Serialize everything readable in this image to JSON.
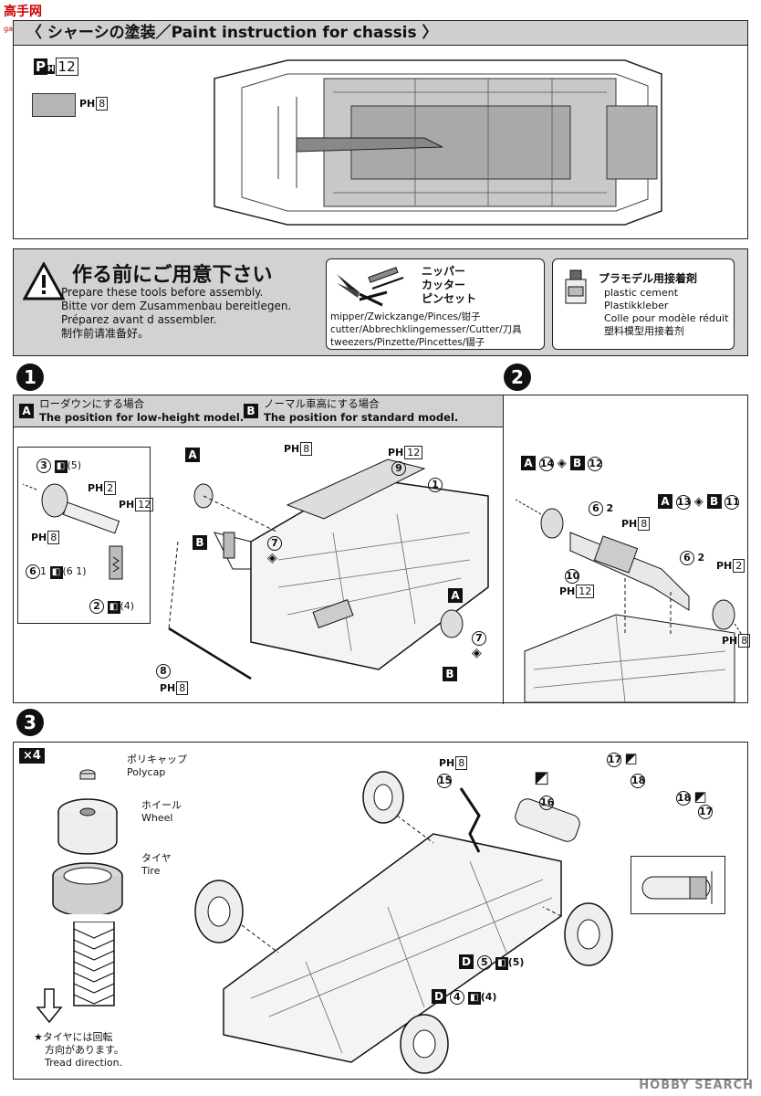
{
  "watermark_logo": "高手网",
  "watermark_logo_sub": "gaoshou.net",
  "section_title": "〈 シャーシの塗装／Paint instruction for chassis 〉",
  "paint": {
    "ph_main": "P",
    "ph_main_sub": "H",
    "ph_main_num": "12",
    "swatch_ph": "PH",
    "swatch_num": "8",
    "swatch_color": "#b5b5b5"
  },
  "caution": {
    "title": "作る前にご用意下さい",
    "lines": [
      "Prepare these tools before assembly.",
      "Bitte vor dem Zusammenbau bereitlegen.",
      "Préparez avant d assembler.",
      "制作前请准备好。"
    ]
  },
  "tools": {
    "jp": [
      "ニッパー",
      "カッター",
      "ピンセット"
    ],
    "lines": [
      "mipper/Zwickzange/Pinces/钳子",
      "cutter/Abbrechklingemesser/Cutter/刀具",
      "tweezers/Pinzette/Pincettes/镊子"
    ]
  },
  "cement": {
    "jp": "プラモデル用接着剤",
    "lines": [
      "plastic cement",
      "Plastikkleber",
      "Colle pour modèle réduit",
      "塑料模型用接着剂"
    ]
  },
  "step1": {
    "num": "1",
    "a_letter": "A",
    "a_jp": "ローダウンにする場合",
    "a_en": "The position for low-height model.",
    "b_letter": "B",
    "b_jp": "ノーマル車高にする場合",
    "b_en": "The position for standard model.",
    "labels": {
      "p3": "3",
      "p5": "(5)",
      "ph2": "2",
      "ph12": "12",
      "ph8": "8",
      "p6": "6",
      "one": "1",
      "p61": "(6 1)",
      "p2": "2",
      "p4": "(4)",
      "p9": "9",
      "p1": "1",
      "p7": "7",
      "p8": "8",
      "ph8b": "8",
      "ph12b": "12",
      "ph8c": "8",
      "ph": "P",
      "phs": "H"
    }
  },
  "step2": {
    "num": "2",
    "top": {
      "a": "A",
      "a_num": "14",
      "b": "B",
      "b_num": "12"
    },
    "right": {
      "a": "A",
      "a_num": "13",
      "b": "B",
      "b_num": "11"
    },
    "labels": {
      "p6": "6",
      "two": "2",
      "ph8": "8",
      "p10": "10",
      "ph12": "12",
      "ph2": "2",
      "ph8b": "8"
    }
  },
  "step3": {
    "num": "3",
    "x4": "×4",
    "polycap_jp": "ポリキャップ",
    "polycap_en": "Polycap",
    "wheel_jp": "ホイール",
    "wheel_en": "Wheel",
    "tire_jp": "タイヤ",
    "tire_en": "Tire",
    "tread_jp1": "★タイヤには回転",
    "tread_jp2": "方向があります。",
    "tread_en": "Tread direction.",
    "labels": {
      "ph8": "8",
      "p15": "15",
      "p17": "17",
      "p18": "18",
      "p16": "16",
      "p18b": "18",
      "p17b": "17"
    },
    "d5": {
      "d": "D",
      "n1": "5",
      "n2": "(5)"
    },
    "d4": {
      "d": "D",
      "n1": "4",
      "n2": "(4)"
    }
  },
  "hobby_search": "HOBBY SEARCH"
}
